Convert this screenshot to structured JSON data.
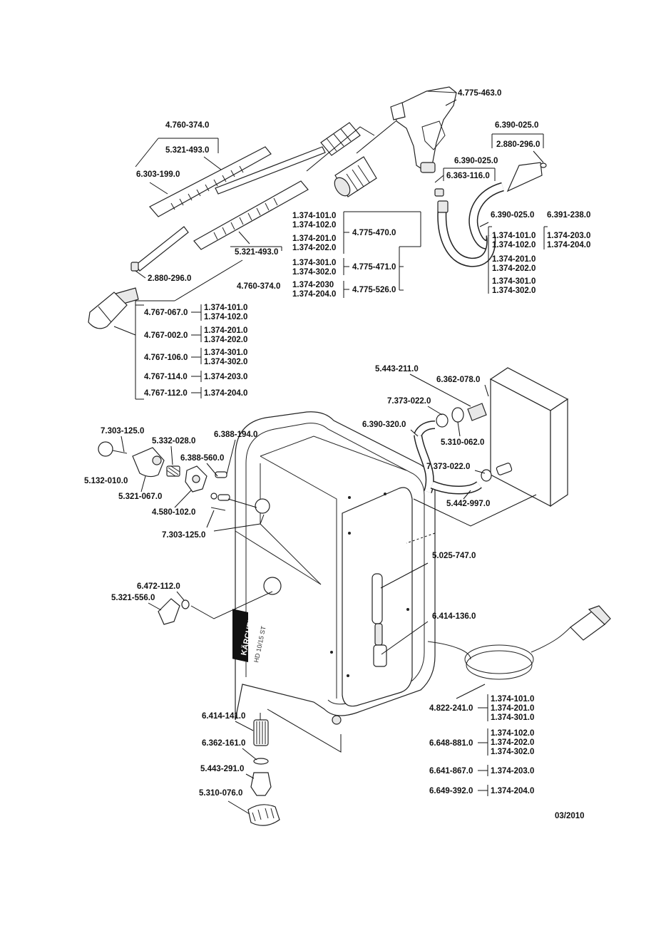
{
  "date": "03/2010",
  "brand": {
    "name": "KÄRCHER",
    "model": "HD 10/15 ST"
  },
  "labels": {
    "gun": "4.775-463.0",
    "gun_oring_a": "6.390-025.0",
    "gun_seal": "2.880-296.0",
    "gun_oring_b": "6.390-025.0",
    "gun_nipple": "6.363-116.0",
    "hose_oring": "6.390-025.0",
    "hose_part": "6.391-238.0",
    "lance": "4.760-374.0",
    "lance_cover_a": "5.321-493.0",
    "lance_tube": "6.303-199.0",
    "lance_cover_b": "5.321-493.0",
    "lance_seal": "2.880-296.0",
    "lance_b": "4.760-374.0",
    "nozzle_a": "4.775-470.0",
    "nozzle_b": "4.775-471.0",
    "nozzle_c": "4.775-526.0",
    "tip_a": "4.767-067.0",
    "tip_b": "4.767-002.0",
    "tip_c": "4.767-106.0",
    "tip_d": "4.767-114.0",
    "tip_e": "4.767-112.0",
    "p_5443211": "5.443-211.0",
    "p_6362078": "6.362-078.0",
    "p_7373022a": "7.373-022.0",
    "p_6390320": "6.390-320.0",
    "p_5310062": "5.310-062.0",
    "p_7373022b": "7.373-022.0",
    "p_5442997": "5.442-997.0",
    "p_7303125a": "7.303-125.0",
    "p_5332028": "5.332-028.0",
    "p_6388194": "6.388-194.0",
    "p_6388560": "6.388-560.0",
    "p_5132010": "5.132-010.0",
    "p_5321067": "5.321-067.0",
    "p_4580102": "4.580-102.0",
    "p_7303125b": "7.303-125.0",
    "p_5025747": "5.025-747.0",
    "p_6472112": "6.472-112.0",
    "p_5321556": "5.321-556.0",
    "p_6414136": "6.414-136.0",
    "p_6414141": "6.414-141.0",
    "p_6362161": "6.362-161.0",
    "p_5443291": "5.443-291.0",
    "p_5310076": "5.310-076.0",
    "cable_a": "4.822-241.0",
    "cable_b": "6.648-881.0",
    "cable_c": "6.641-867.0",
    "cable_d": "6.649-392.0"
  },
  "variants": {
    "hose": [
      "1.374-101.0",
      "1.374-102.0",
      "1.374-201.0",
      "1.374-202.0",
      "1.374-301.0",
      "1.374-302.0"
    ],
    "hose_extra": [
      "1.374-203.0",
      "1.374-204.0"
    ],
    "nozzle_a": [
      "1.374-101.0",
      "1.374-102.0",
      "1.374-201.0",
      "1.374-202.0"
    ],
    "nozzle_b": [
      "1.374-301.0",
      "1.374-302.0"
    ],
    "nozzle_c": [
      "1.374-2030",
      "1.374-204.0"
    ],
    "tip_a": [
      "1.374-101.0",
      "1.374-102.0"
    ],
    "tip_b": [
      "1.374-201.0",
      "1.374-202.0"
    ],
    "tip_c": [
      "1.374-301.0",
      "1.374-302.0"
    ],
    "tip_d": [
      "1.374-203.0"
    ],
    "tip_e": [
      "1.374-204.0"
    ],
    "cable_a": [
      "1.374-101.0",
      "1.374-201.0",
      "1.374-301.0"
    ],
    "cable_b": [
      "1.374-102.0",
      "1.374-202.0",
      "1.374-302.0"
    ],
    "cable_c": [
      "1.374-203.0"
    ],
    "cable_d": [
      "1.374-204.0"
    ]
  }
}
